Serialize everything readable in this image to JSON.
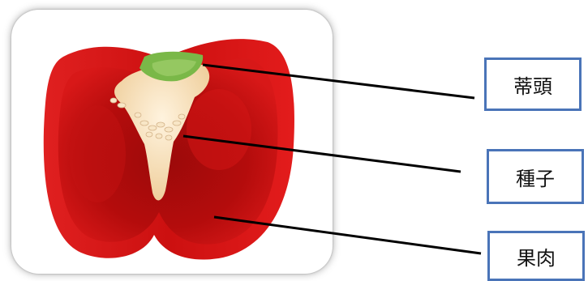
{
  "labels": {
    "stem": "蒂頭",
    "seeds": "種子",
    "flesh": "果肉"
  },
  "colors": {
    "pepper_red": "#d01010",
    "pepper_dark": "#8e0606",
    "core": "#f5dcb4",
    "stem_green": "#7ab848",
    "box_border": "#4a74b8",
    "leader_line": "#000000"
  }
}
